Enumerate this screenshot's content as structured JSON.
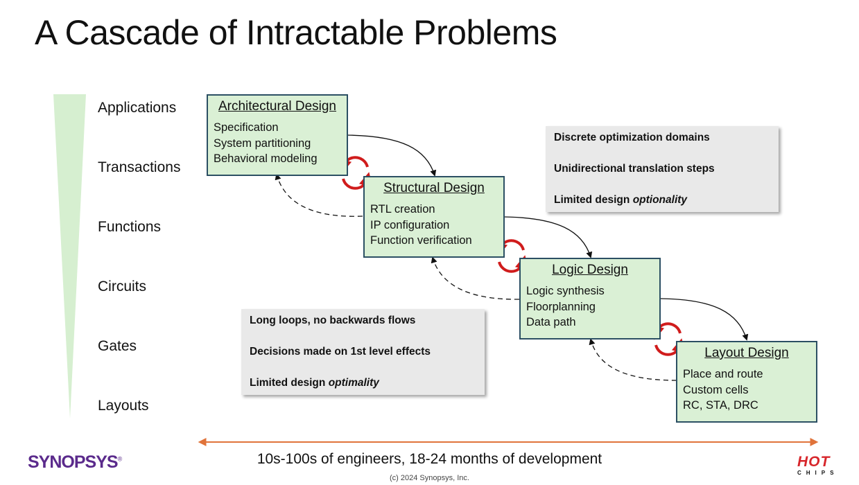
{
  "title": "A Cascade of Intractable Problems",
  "levels": [
    "Applications",
    "Transactions",
    "Functions",
    "Circuits",
    "Gates",
    "Layouts"
  ],
  "boxes": [
    {
      "title": "Architectural Design",
      "lines": [
        "Specification",
        "System partitioning",
        "Behavioral modeling"
      ]
    },
    {
      "title": "Structural Design",
      "lines": [
        "RTL creation",
        "IP configuration",
        "Function verification"
      ]
    },
    {
      "title": "Logic Design",
      "lines": [
        "Logic synthesis",
        "Floorplanning",
        "Data path"
      ]
    },
    {
      "title": "Layout Design",
      "lines": [
        "Place and route",
        "Custom cells",
        "RC, STA, DRC"
      ]
    }
  ],
  "note_top": {
    "line1": "Discrete optimization domains",
    "line2": "Unidirectional translation steps",
    "line3_prefix": "Limited design ",
    "line3_em": "optionality"
  },
  "note_bottom": {
    "line1": "Long loops, no backwards flows",
    "line2": "Decisions made on 1st level effects",
    "line3_prefix": "Limited design ",
    "line3_em": "optimality"
  },
  "footer": "10s-100s of engineers, 18-24 months of development",
  "copyright": "(c) 2024 Synopsys, Inc.",
  "logos": {
    "synopsys": "SYNOPSYS",
    "synopsys_mark": "®",
    "hotchips_top": "HOT",
    "hotchips_bottom": "CHIPS"
  },
  "colors": {
    "box_fill": "#daf0d5",
    "box_border": "#2b4f63",
    "wedge": "#d6efd0",
    "loop_arrows": "#d01c1c",
    "timeline": "#e0733a",
    "synopsys": "#5b2b8c",
    "hotchips": "#d7262b"
  }
}
